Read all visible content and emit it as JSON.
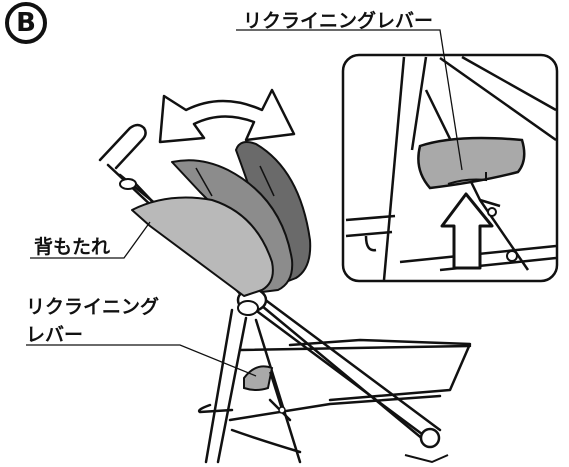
{
  "badge": "B",
  "labels": {
    "recline_lever_top": "リクライニングレバー",
    "backrest": "背もたれ",
    "recline_lever_line1": "リクライニング",
    "recline_lever_line2": "レバー"
  },
  "colors": {
    "line": "#111111",
    "seat_light": "#b9b9b9",
    "seat_mid": "#8c8c8c",
    "seat_dark": "#6a6a6a",
    "lever_fill": "#a9a9a9"
  },
  "icons": [
    "curved-double-arrow-icon",
    "up-arrow-icon"
  ]
}
